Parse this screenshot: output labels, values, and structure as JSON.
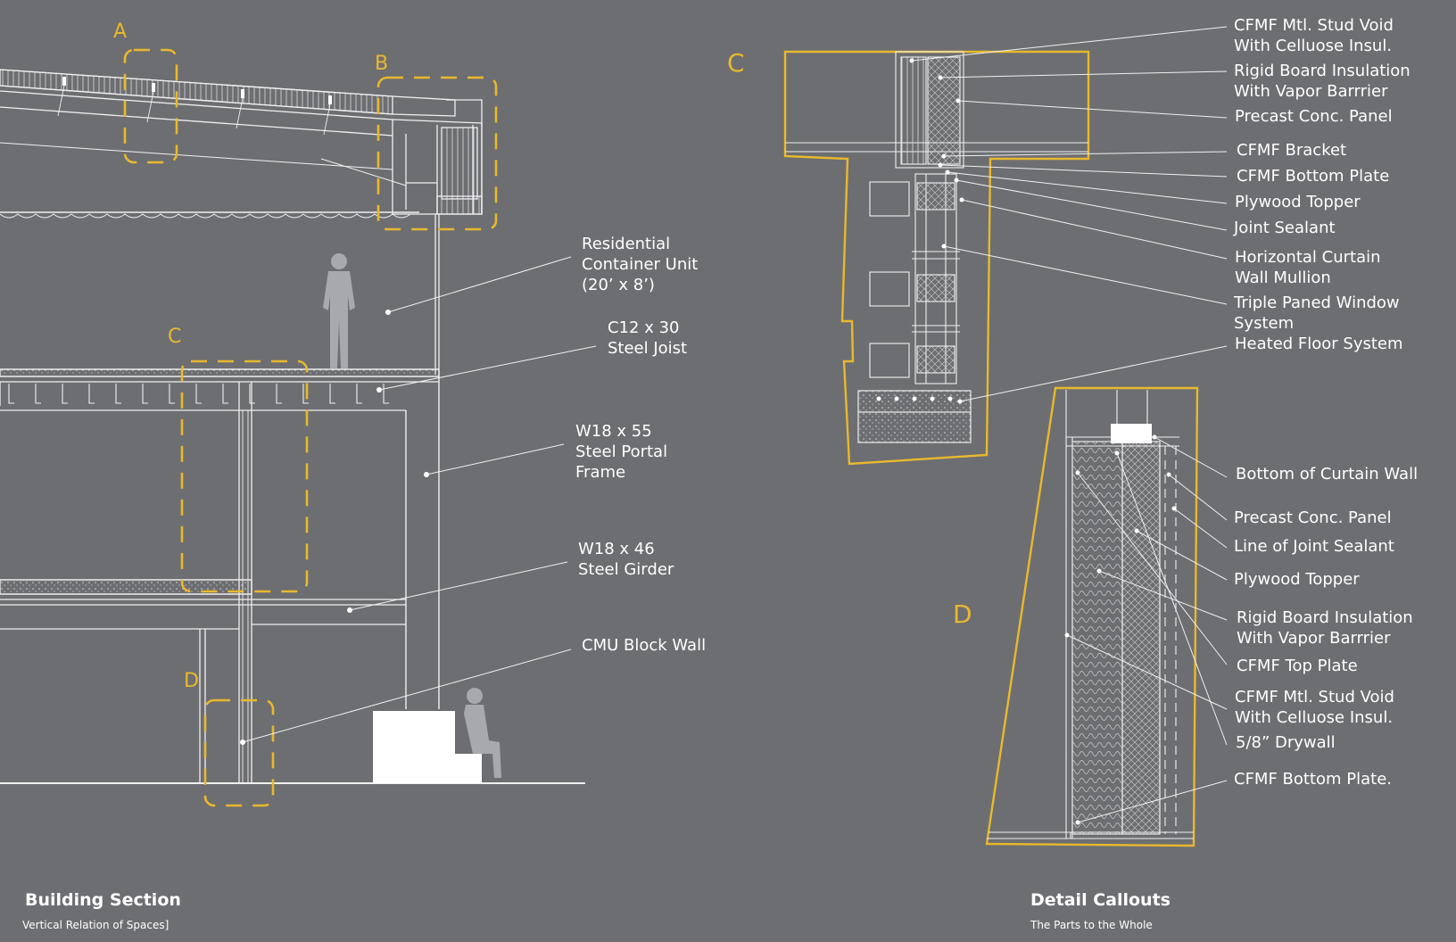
{
  "colors": {
    "background": "#6d6e71",
    "line": "#f0f0f0",
    "accent": "#e8b82e",
    "figure": "#a7a9ac",
    "block": "#ffffff"
  },
  "building_section": {
    "title": "Building Section",
    "subtitle": "Vertical Relation of Spaces]",
    "callout_letters": [
      "A",
      "B",
      "C",
      "D"
    ],
    "labels": [
      [
        "Residential",
        "Container Unit",
        "(20’ x 8’)"
      ],
      [
        "C12 x 30",
        "Steel Joist"
      ],
      [
        "W18 x 55",
        "Steel Portal",
        "Frame"
      ],
      [
        "W18 x 46",
        "Steel Girder"
      ],
      [
        "CMU Block Wall"
      ]
    ]
  },
  "detail_callouts": {
    "title": "Detail Callouts",
    "subtitle": "The Parts to the Whole",
    "detail_c": {
      "letter": "C",
      "labels": [
        [
          "CFMF Mtl. Stud Void",
          "With Celluose  Insul."
        ],
        [
          "Rigid Board Insulation",
          "With Vapor Barrrier"
        ],
        [
          "Precast Conc. Panel"
        ],
        [
          "CFMF Bracket"
        ],
        [
          "CFMF Bottom Plate"
        ],
        [
          "Plywood Topper"
        ],
        [
          "Joint Sealant"
        ],
        [
          "Horizontal Curtain",
          "Wall Mullion"
        ],
        [
          "Triple Paned Window",
          "System"
        ],
        [
          "Heated Floor System"
        ]
      ]
    },
    "detail_d": {
      "letter": "D",
      "labels": [
        [
          "Bottom of Curtain Wall"
        ],
        [
          "Precast Conc. Panel"
        ],
        [
          "Line of Joint Sealant"
        ],
        [
          "Plywood Topper"
        ],
        [
          "Rigid Board Insulation",
          "With Vapor Barrrier"
        ],
        [
          "CFMF Top Plate"
        ],
        [
          "CFMF Mtl. Stud Void",
          "With Celluose  Insul."
        ],
        [
          "5/8” Drywall"
        ],
        [
          "CFMF Bottom Plate."
        ]
      ]
    }
  }
}
